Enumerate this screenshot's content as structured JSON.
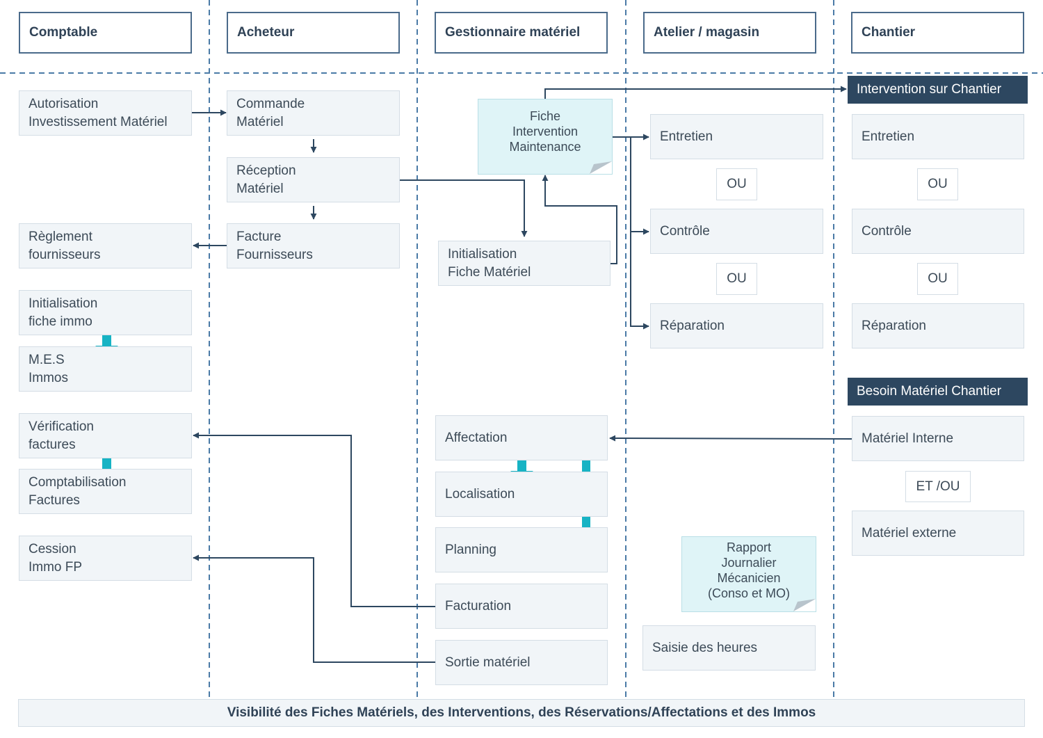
{
  "headers": {
    "comptable": "Comptable",
    "acheteur": "Acheteur",
    "gestionnaire": "Gestionnaire matériel",
    "atelier": "Atelier / magasin",
    "chantier": "Chantier"
  },
  "comptable": {
    "autorisation": [
      "Autorisation",
      "Investissement Matériel"
    ],
    "reglement": [
      "Règlement",
      "fournisseurs"
    ],
    "init_immo": [
      "Initialisation",
      "fiche immo"
    ],
    "mes": [
      "M.E.S",
      "Immos"
    ],
    "verif": [
      "Vérification",
      "factures"
    ],
    "compta": [
      "Comptabilisation",
      "Factures"
    ],
    "cession": [
      "Cession",
      "Immo FP"
    ]
  },
  "acheteur": {
    "commande": [
      "Commande",
      "Matériel"
    ],
    "reception": [
      "Réception",
      "Matériel"
    ],
    "facture": [
      "Facture",
      "Fournisseurs"
    ]
  },
  "gestionnaire": {
    "fiche_note": [
      "Fiche",
      "Intervention",
      "Maintenance"
    ],
    "init_fiche": [
      "Initialisation",
      "Fiche Matériel"
    ],
    "affectation": "Affectation",
    "localisation": "Localisation",
    "planning": "Planning",
    "facturation": "Facturation",
    "sortie": "Sortie matériel"
  },
  "atelier": {
    "entretien": "Entretien",
    "ou1": "OU",
    "controle": "Contrôle",
    "ou2": "OU",
    "reparation": "Réparation",
    "rapport_note": [
      "Rapport",
      "Journalier",
      "Mécanicien",
      "(Conso et MO)"
    ],
    "saisie": "Saisie des heures"
  },
  "chantier": {
    "intervention_title": "Intervention sur Chantier",
    "entretien": "Entretien",
    "ou1": "OU",
    "controle": "Contrôle",
    "ou2": "OU",
    "reparation": "Réparation",
    "besoin_title": "Besoin Matériel Chantier",
    "interne": "Matériel Interne",
    "etou": "ET /OU",
    "externe": "Matériel externe"
  },
  "footer": "Visibilité des Fiches Matériels, des Interventions, des Réservations/Affectations et des Immos",
  "colors": {
    "header_border": "#4a6a8a",
    "box_fill": "#f1f5f8",
    "dark_fill": "#2d4760",
    "note_fill": "#dff4f7",
    "connector": "#2d4760",
    "accent_arrow": "#17b3c4",
    "divider": "#4a7aa6"
  }
}
